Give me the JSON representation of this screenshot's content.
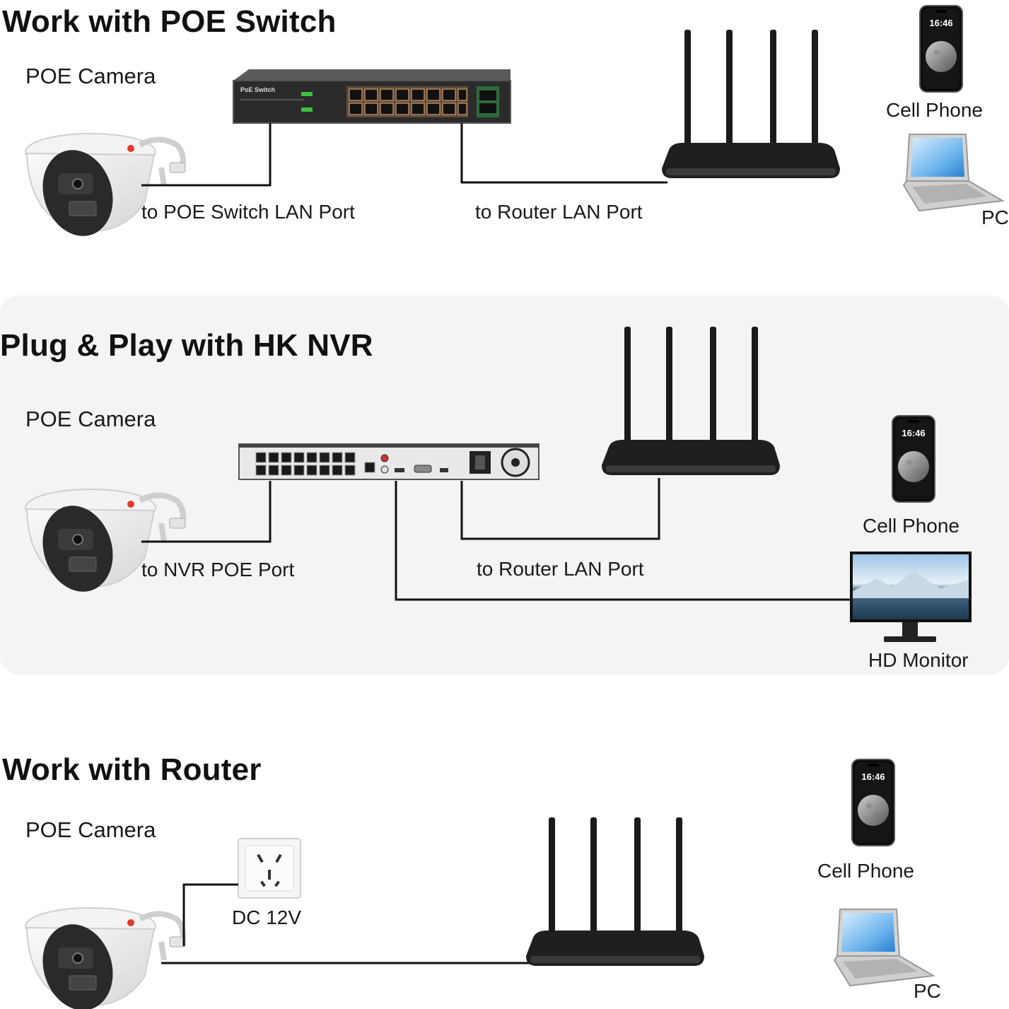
{
  "section_poe_switch": {
    "title": "Work with POE Switch",
    "camera_label": "POE Camera",
    "to_switch_label": "to POE Switch LAN Port",
    "to_router_label": "to Router LAN Port",
    "phone_label": "Cell Phone",
    "pc_label": "PC",
    "switch_brand": "PoE Switch",
    "phone_time": "16:46"
  },
  "section_nvr": {
    "title": "Plug & Play with HK NVR",
    "camera_label": "POE Camera",
    "to_nvr_label": "to NVR POE Port",
    "to_router_label": "to Router LAN Port",
    "phone_label": "Cell Phone",
    "monitor_label": "HD Monitor",
    "phone_time": "16:46"
  },
  "section_router": {
    "title": "Work with Router",
    "camera_label": "POE Camera",
    "power_label": "DC 12V",
    "phone_label": "Cell Phone",
    "pc_label": "PC",
    "phone_time": "16:46"
  },
  "colors": {
    "background": "#ffffff",
    "panel": "#f4f4f4",
    "device_dark": "#1f1f1f",
    "camera_white": "#efefef",
    "line": "#111111"
  }
}
